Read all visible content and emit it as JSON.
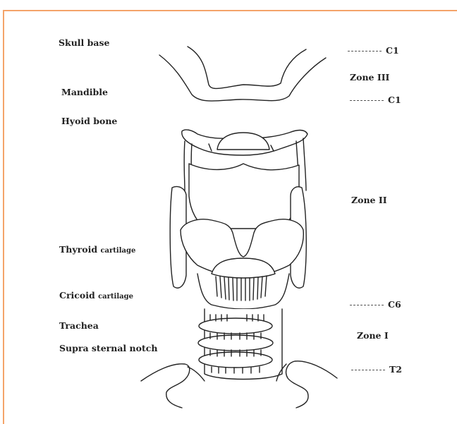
{
  "colors": {
    "frame_border": "#f4a46a",
    "ink": "#222222"
  },
  "labels_left": {
    "skull_base": "Skull base",
    "mandible": "Mandible",
    "hyoid_bone": "Hyoid bone",
    "thyroid_word": "Thyroid",
    "thyroid_suffix": "cartilage",
    "cricoid_word": "Cricoid",
    "cricoid_suffix": "cartilage",
    "trachea": "Trachea",
    "supra_sternal_notch": "Supra sternal notch"
  },
  "zones": {
    "zone_3": "Zone III",
    "zone_2": "Zone II",
    "zone_1": "Zone I"
  },
  "levels": {
    "top_c1": "C1",
    "mid_c1": "C1",
    "c6": "C6",
    "t2": "T2"
  }
}
